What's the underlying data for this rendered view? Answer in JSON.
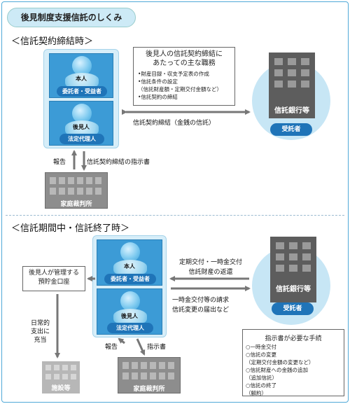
{
  "title": "後見制度支援信託のしくみ",
  "section1": {
    "heading": "＜信託契約締結時＞",
    "principal": {
      "name": "本人",
      "role": "委託者・受益者"
    },
    "guardian": {
      "name": "後見人",
      "role": "法定代理人"
    },
    "duties": {
      "heading": [
        "後見人の信託契約締結に",
        "あたっての主な職務"
      ],
      "items": [
        "•財産目録・収支予定表の作成",
        "•信託条件の設定",
        "（信託財産額・定期交付金額など）",
        "•信託契約の締結"
      ]
    },
    "contract_label": "信託契約締結（金銭の信託）",
    "bank": {
      "name": "信託銀行等",
      "role": "受託者"
    },
    "report_label": "報告",
    "instruction_label": "信託契約締結の指示書",
    "court": "家庭裁判所"
  },
  "section2": {
    "heading": "＜信託期間中・信託終了時＞",
    "principal": {
      "name": "本人",
      "role": "委託者・受益者"
    },
    "guardian": {
      "name": "後見人",
      "role": "法定代理人"
    },
    "account_box": [
      "後見人が管理する",
      "預貯金口座"
    ],
    "daily_label": [
      "日常的",
      "支出に",
      "充当"
    ],
    "facility": "施設等",
    "payout_label": [
      "定期交付・一時金交付",
      "信託財産の返還"
    ],
    "request_label": [
      "一時金交付等の請求",
      "信託変更の届出など"
    ],
    "bank": {
      "name": "信託銀行等",
      "role": "受託者"
    },
    "report_label": "報告",
    "instruction_label": "指示書",
    "court": "家庭裁判所",
    "procedures": {
      "heading": "指示書が必要な手続",
      "items": [
        "○一時金交付",
        "○信託の変更",
        "（定期交付金額の変更など）",
        "○信託財産への金銭の追加",
        "（追加信託）",
        "○信託の終了",
        "（解約）"
      ]
    }
  }
}
